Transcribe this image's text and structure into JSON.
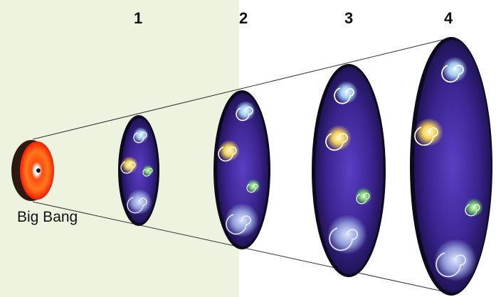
{
  "diagram": {
    "origin_label": "Big Bang",
    "stages": [
      {
        "label": "1"
      },
      {
        "label": "2"
      },
      {
        "label": "3"
      },
      {
        "label": "4"
      }
    ],
    "colors": {
      "early_region": "#eef3df",
      "universe_fill": "#3a2a8c",
      "universe_rim": "#0d0a1e",
      "cone_line": "#333333",
      "bigbang_core": "#ff6a1a"
    }
  }
}
